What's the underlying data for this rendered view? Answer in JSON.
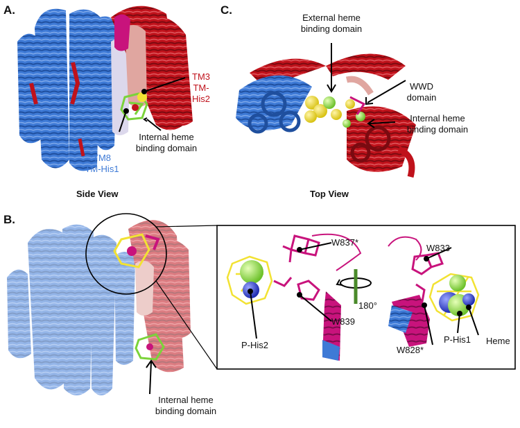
{
  "panels": {
    "a": {
      "letter": "A.",
      "view": "Side View",
      "tm3_label": "TM3",
      "tm3_sub": "TM-His2",
      "tm8_label": "TM8",
      "tm8_sub": "TM-His1",
      "internal_line1": "Internal heme",
      "internal_line2": "binding domain"
    },
    "c": {
      "letter": "C.",
      "view": "Top View",
      "external_line1": "External heme",
      "external_line2": "binding domain",
      "wwd_line1": "WWD",
      "wwd_line2": "domain",
      "internal_line1": "Internal heme",
      "internal_line2": "binding domain"
    },
    "b": {
      "letter": "B.",
      "internal_line1": "Internal heme",
      "internal_line2": "binding domain",
      "inset": {
        "w837": "W837*",
        "w839": "W839",
        "phis2": "P-His2",
        "rotation": "180°",
        "w833": "W833",
        "w828": "W828*",
        "phis1": "P-His1",
        "heme": "Heme"
      }
    }
  },
  "colors": {
    "blue_helix": "#3e7ad6",
    "red_helix": "#c0121b",
    "magenta": "#c8137c",
    "heme_yellow": "#f2e233",
    "sphere_green": "#9be04a",
    "sphere_blue": "#2f3fd6",
    "rotation_bar": "#4a8a2a"
  }
}
